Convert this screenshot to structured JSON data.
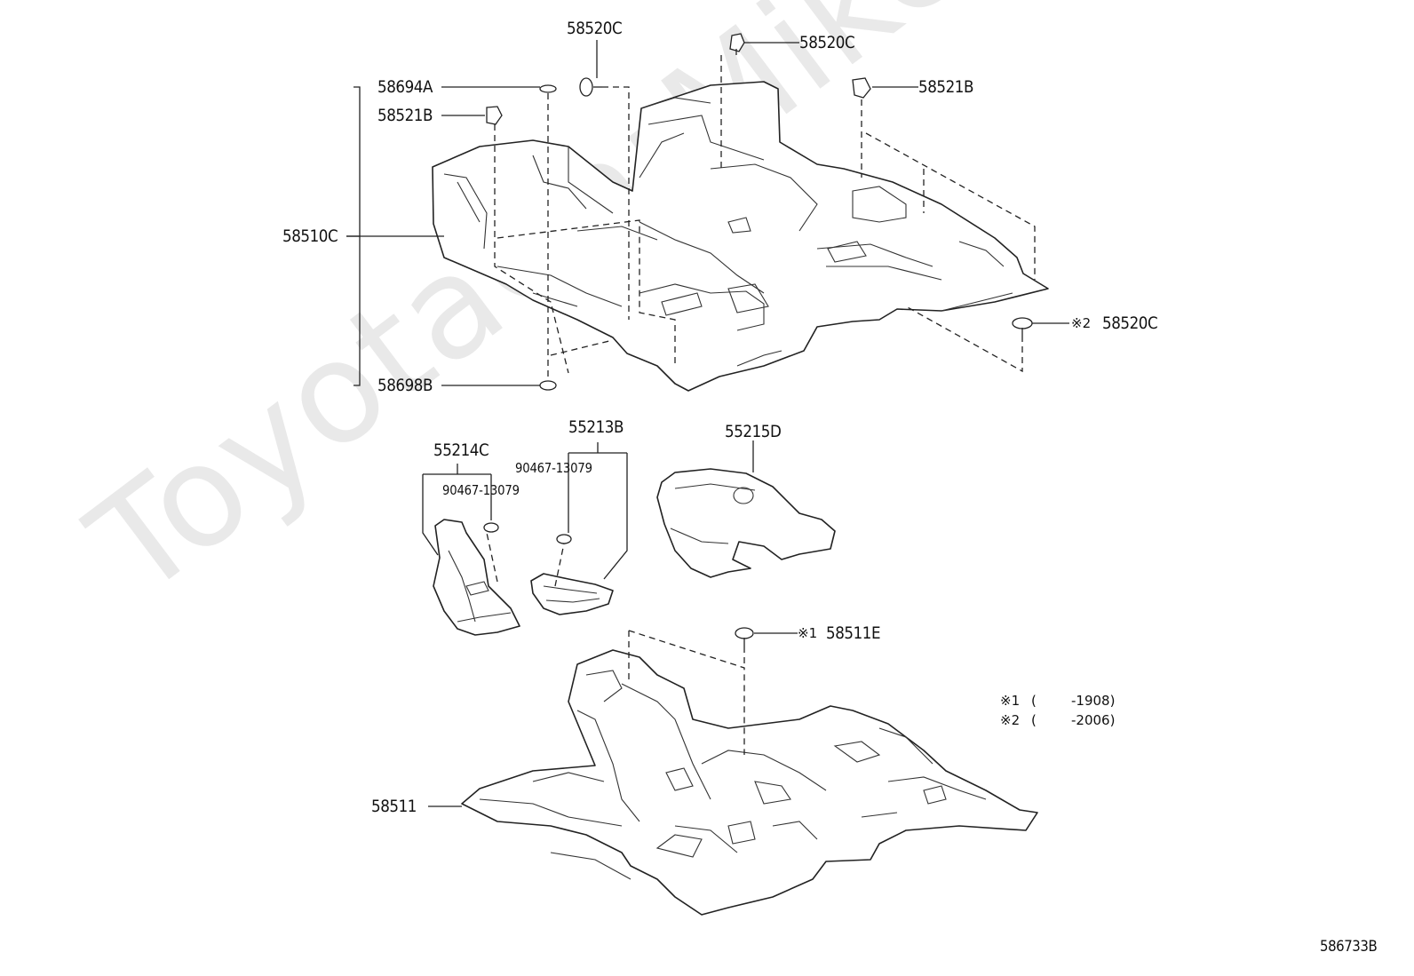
{
  "watermark": "ToyotaCarMike.ru",
  "diagram_id": "586733B",
  "labels": {
    "p58520C_a": "58520C",
    "p58520C_b": "58520C",
    "p58694A": "58694A",
    "p58521B_a": "58521B",
    "p58521B_b": "58521B",
    "p58510C": "58510C",
    "p58520C_c": "58520C",
    "p58698B": "58698B",
    "p55213B": "55213B",
    "p55214C": "55214C",
    "p55215D": "55215D",
    "p90467_a": "90467-13079",
    "p90467_b": "90467-13079",
    "p58511E": "58511E",
    "p58511": "58511"
  },
  "marks": {
    "m1": "※1",
    "m2": "※2"
  },
  "notes": [
    {
      "mark": "※1",
      "open": "(",
      "range": "-1908)"
    },
    {
      "mark": "※2",
      "open": "(",
      "range": "-2006)"
    }
  ]
}
